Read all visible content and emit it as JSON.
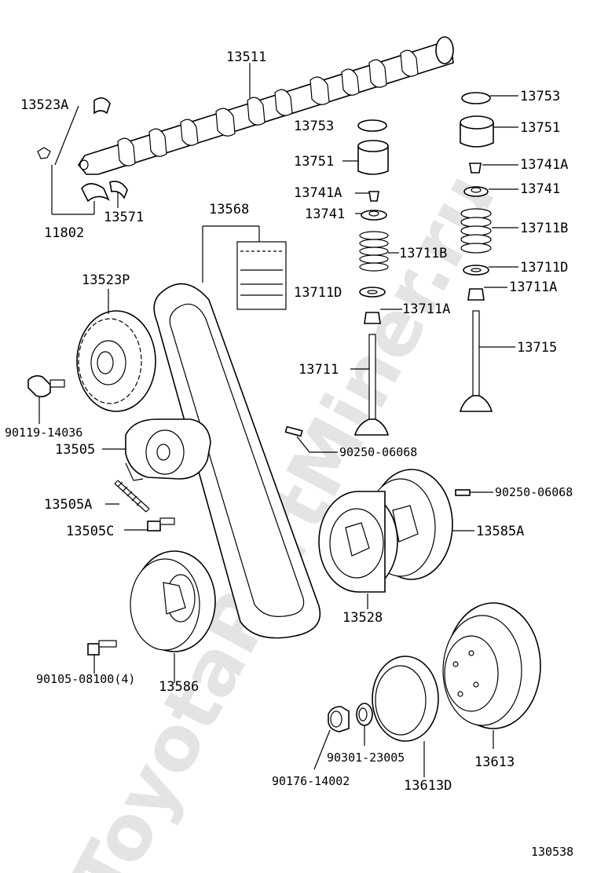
{
  "watermark": "ToyotaPartMiner.ru",
  "diagram_id": "130538",
  "labels": {
    "camshaft": "13511",
    "cap_13523a": "13523A",
    "bearing_13571": "13571",
    "bolt_11802": "11802",
    "belt": "13568",
    "pulley_13523p": "13523P",
    "bolt_90119": "90119-14036",
    "tensioner": "13505",
    "spring_13505a": "13505A",
    "stud_13505c": "13505C",
    "idler_13586": "13586",
    "bolt_90105": "90105-08100(4)",
    "shim_mid": "13753",
    "lifter_mid": "13751",
    "keeper_mid": "13741A",
    "retainer_mid": "13741",
    "spring_mid": "13711B",
    "seat_mid": "13711D",
    "seal_mid": "13711A",
    "valve_mid": "13711",
    "pin_mid": "90250-06068",
    "shim_right": "13753",
    "lifter_right": "13751",
    "keeper_right": "13741A",
    "retainer_right": "13741",
    "spring_right": "13711B",
    "seat_right": "13711D",
    "seal_right": "13711A",
    "valve_right": "13715",
    "pin_right": "90250-06068",
    "crank_pulley": "13585A",
    "crank_gear": "13528",
    "seal_ring": "90301-23005",
    "crank_bolt": "90176-14002",
    "damper_plate": "13613D",
    "damper": "13613"
  },
  "colors": {
    "ink": "#000000",
    "paper": "#ffffff",
    "watermark": "#e4e4e4"
  }
}
